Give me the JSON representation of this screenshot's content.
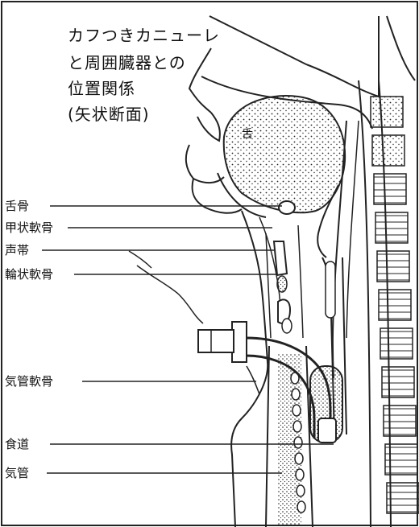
{
  "title": {
    "line1": "カフつきカニューレ",
    "line2": "と周囲臓器との",
    "line3": "位置関係",
    "line4": "(矢状断面)"
  },
  "structures": {
    "tongue": "舌",
    "hyoid": "舌骨",
    "thyroid_cartilage": "甲状軟骨",
    "vocal_cord": "声帯",
    "cricoid_cartilage": "輪状軟骨",
    "tracheal_cartilage": "気管軟骨",
    "esophagus": "食道",
    "trachea": "気管"
  }
}
